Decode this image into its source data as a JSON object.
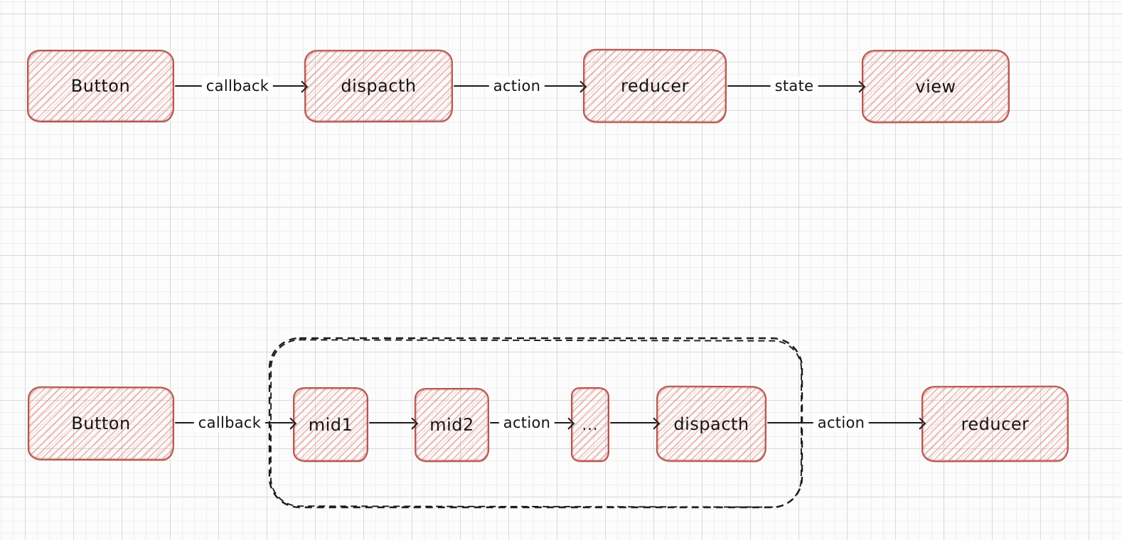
{
  "diagram": {
    "style": "hand-drawn flowchart on grid canvas",
    "colors": {
      "node_stroke": "#b5544c",
      "node_hatch_fill": "#e1847b",
      "arrow_and_dash": "#1b1b1b",
      "text": "#141414",
      "grid_minor": "#efefef",
      "grid_major": "#d9d9d9",
      "canvas_background": "#fcfcfc",
      "label_halo": "#ffffff"
    }
  },
  "flows": {
    "top": {
      "nodes": [
        {
          "label": "Button"
        },
        {
          "label": "dispacth"
        },
        {
          "label": "reducer"
        },
        {
          "label": "view"
        }
      ],
      "edges": [
        {
          "label": "callback"
        },
        {
          "label": "action"
        },
        {
          "label": "state"
        }
      ]
    },
    "bottom": {
      "nodes": [
        {
          "label": "Button"
        },
        {
          "label": "mid1"
        },
        {
          "label": "mid2"
        },
        {
          "label": "..."
        },
        {
          "label": "dispacth"
        },
        {
          "label": "reducer"
        }
      ],
      "edges": [
        {
          "label": "callback"
        },
        {
          "label": ""
        },
        {
          "label": "action"
        },
        {
          "label": ""
        },
        {
          "label": "action"
        }
      ]
    }
  }
}
